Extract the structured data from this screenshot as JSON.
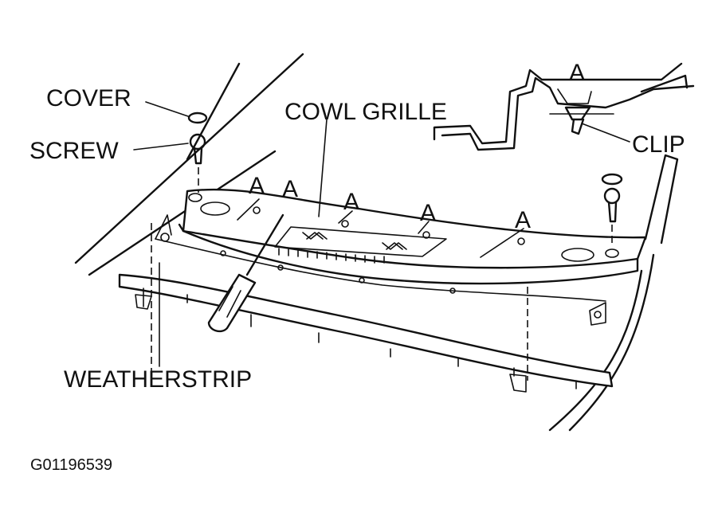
{
  "labels": {
    "cover": "COVER",
    "screw": "SCREW",
    "cowl_grille": "COWL GRILLE",
    "clip": "CLIP",
    "weatherstrip": "WEATHERSTRIP",
    "clip_location_marker": "A"
  },
  "figure_code": "G01196539",
  "colors": {
    "ink": "#111111",
    "paper": "#ffffff"
  }
}
